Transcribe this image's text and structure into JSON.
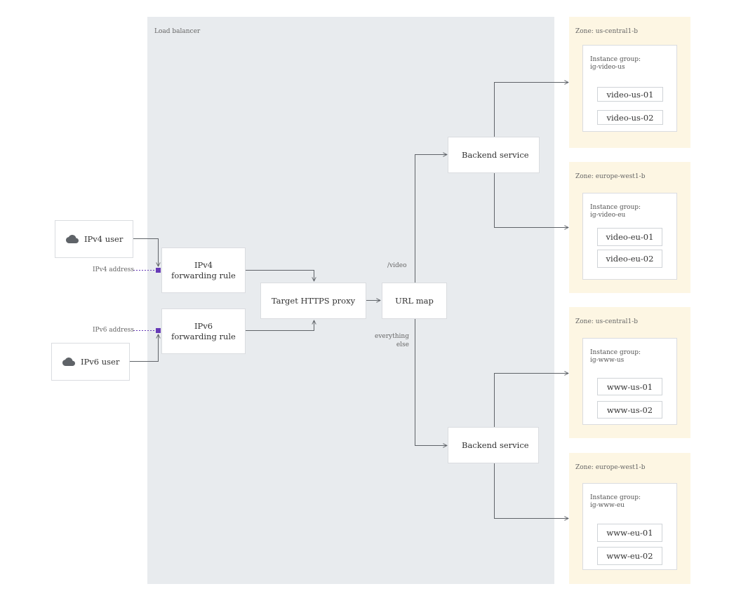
{
  "load_balancer": {
    "label": "Load balancer"
  },
  "users": {
    "ipv4": "IPv4 user",
    "ipv6": "IPv6 user"
  },
  "addresses": {
    "ipv4": "IPv4 address",
    "ipv6": "IPv6 address"
  },
  "forwarding_rules": {
    "ipv4": "IPv4\nforwarding rule",
    "ipv6": "IPv6\nforwarding rule"
  },
  "proxy": {
    "label": "Target HTTPS proxy"
  },
  "url_map": {
    "label": "URL map",
    "route_video": "/video",
    "route_default": "everything\nelse"
  },
  "backend_services": {
    "video": "Backend service",
    "www": "Backend service"
  },
  "zones": [
    {
      "label": "Zone: us-central1-b",
      "group": "Instance group:\nig-video-us",
      "instances": [
        "video-us-01",
        "video-us-02"
      ]
    },
    {
      "label": "Zone: europe-west1-b",
      "group": "Instance group:\nig-video-eu",
      "instances": [
        "video-eu-01",
        "video-eu-02"
      ]
    },
    {
      "label": "Zone: us-central1-b",
      "group": "Instance group:\nig-www-us",
      "instances": [
        "www-us-01",
        "www-us-02"
      ]
    },
    {
      "label": "Zone: europe-west1-b",
      "group": "Instance group:\nig-www-eu",
      "instances": [
        "www-eu-01",
        "www-eu-02"
      ]
    }
  ],
  "colors": {
    "load_balancer_bg": "#e8ebee",
    "zone_bg": "#fdf6e3",
    "port": "#673ab7",
    "connector": "#5f6368"
  },
  "icons": {
    "user": "cloud-icon"
  }
}
